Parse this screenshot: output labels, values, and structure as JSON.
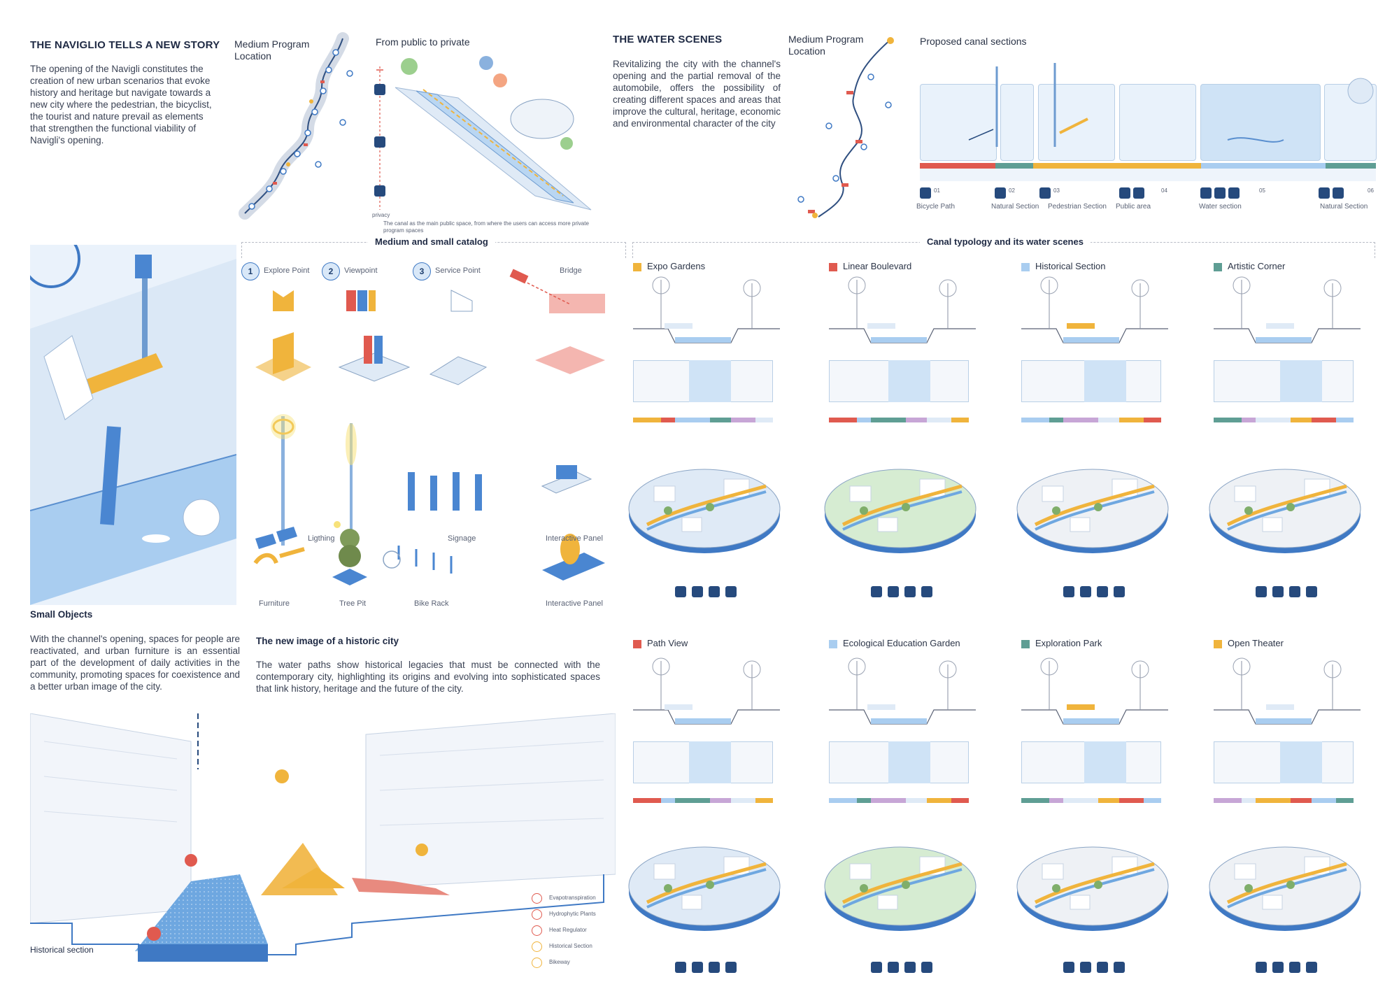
{
  "intro": {
    "title": "THE NAVIGLIO TELLS A NEW STORY",
    "text": "The opening of the Navigli constitutes the creation of new urban scenarios that evoke history and heritage but navigate towards a new city where the pedestrian, the bicyclist, the tourist and nature prevail as elements that strengthen the functional viability of Navigli's opening."
  },
  "map1": {
    "label": "Medium Program Location"
  },
  "public_private": {
    "title": "From public to private",
    "caption": "The canal as the main public space, from where the users can access more private program spaces",
    "axis_low": "privacy"
  },
  "water_scenes": {
    "title": "THE WATER SCENES",
    "text": "Revitalizing the city with the channel's opening and the partial removal of the automobile, offers the possibility of creating different spaces and areas that improve the cultural, heritage, economic and environmental character of the city"
  },
  "map2": {
    "label": "Medium Program Location"
  },
  "canal_sections": {
    "title": "Proposed canal sections",
    "items": [
      {
        "num": "01",
        "label": "Bicycle Path"
      },
      {
        "num": "02",
        "label": "Natural Section"
      },
      {
        "num": "03",
        "label": "Pedestrian Section"
      },
      {
        "num": "04",
        "label": "Public area"
      },
      {
        "num": "05",
        "label": "Water section"
      },
      {
        "num": "06",
        "label": "Natural Section"
      }
    ]
  },
  "catalog": {
    "title": "Medium and small catalog",
    "items": [
      {
        "num": "1",
        "label": "Explore Point"
      },
      {
        "num": "2",
        "label": "Viewpoint"
      },
      {
        "num": "3",
        "label": "Service Point"
      },
      {
        "num": "",
        "label": "Bridge"
      }
    ],
    "lighting": "Ligthing",
    "signage": "Signage",
    "panel1": "Interactive Panel",
    "furniture": "Furniture",
    "tree_pit": "Tree Pit",
    "bike_rack": "Bike Rack",
    "panel2": "Interactive Panel"
  },
  "typology": {
    "title": "Canal typology and its water scenes",
    "row1": [
      "Expo Gardens",
      "Linear Boulevard",
      "Historical Section",
      "Artistic Corner"
    ],
    "row2": [
      "Path View",
      "Ecological Education Garden",
      "Exploration Park",
      "Open Theater"
    ]
  },
  "small_objects": {
    "title": "Small Objects",
    "text": "With the channel's opening, spaces for people are reactivated, and urban furniture is an essential part of the development of daily activities in the community, promoting spaces for coexistence and a better urban image of the city."
  },
  "historic": {
    "title": "The new image of a historic city",
    "text": "The water paths show historical legacies that must be connected with the contemporary city, highlighting its origins and evolving into sophisticated spaces that link history, heritage and the future of the city.",
    "section_label": "Historical section",
    "legend": [
      "Evapotranspiration",
      "Hydrophytic Plants",
      "Heat Regulator",
      "Historical Section",
      "Bikeway"
    ]
  },
  "colors": {
    "navy": "#264a7d",
    "light_blue": "#e9f2fb",
    "accent_red": "#e05a4f",
    "accent_yellow": "#f0b43c",
    "accent_teal": "#5f9e94"
  }
}
